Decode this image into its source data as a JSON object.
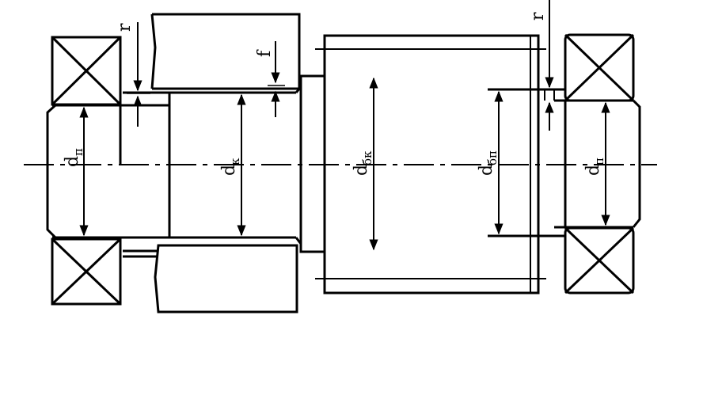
{
  "labels": {
    "d_p_left": {
      "main": "d",
      "sub": "п"
    },
    "d_k": {
      "main": "d",
      "sub": "к"
    },
    "d_bk": {
      "main": "d",
      "sub": "бк"
    },
    "d_bp": {
      "main": "d",
      "sub": "бп"
    },
    "d_p_right": {
      "main": "d",
      "sub": "п"
    },
    "r_left": "r",
    "r_right": "r",
    "f": "f"
  },
  "colors": {
    "line": "#000000",
    "background": "#ffffff"
  }
}
